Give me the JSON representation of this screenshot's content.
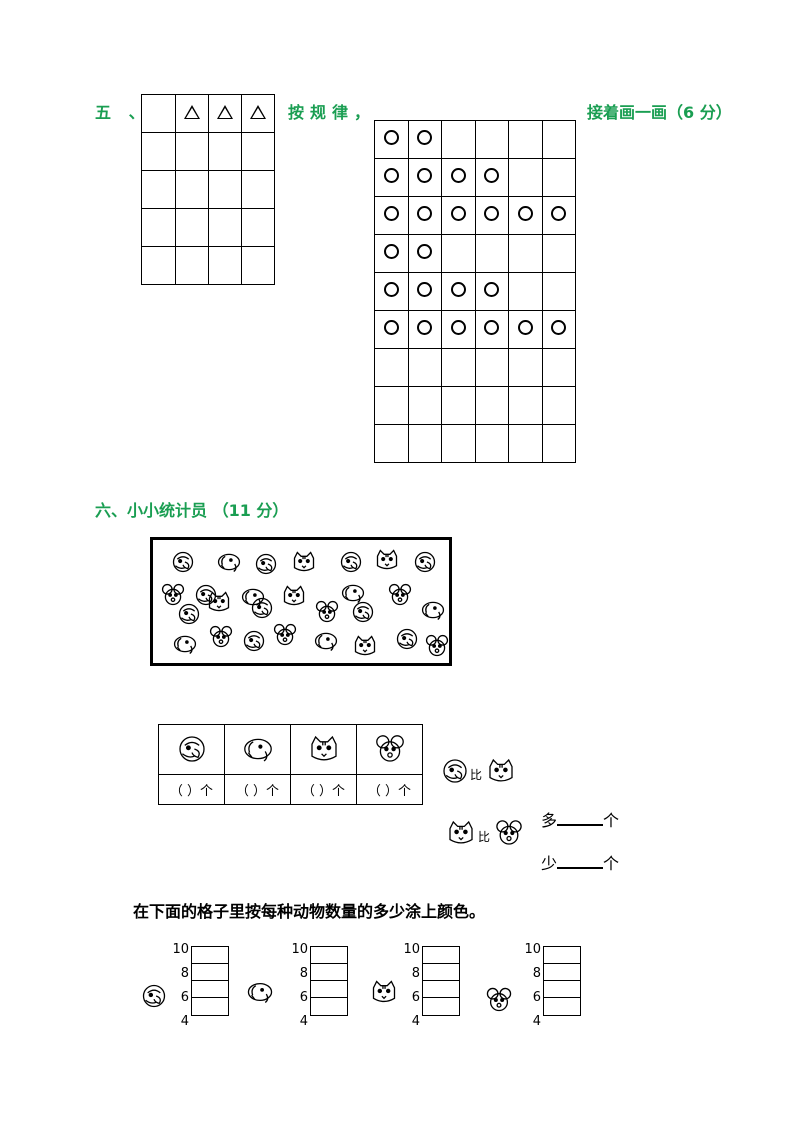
{
  "section5": {
    "heading_num": "五  、",
    "heading_mid": "按规律，",
    "heading_tail": "接着画一画（6 分）",
    "triangle_row_count": 3,
    "circle_row_counts": [
      2,
      4,
      6,
      2,
      4,
      6,
      0,
      0,
      0
    ]
  },
  "section6": {
    "heading": "六、小小统计员  （11 分）",
    "animals": [
      {
        "icon": "parrot-icon"
      },
      {
        "icon": "elephant-icon"
      },
      {
        "icon": "cat-icon"
      },
      {
        "icon": "mouse-icon"
      }
    ],
    "count_cell": "（   ）个",
    "compare1_word": "比",
    "compare2_word": "比",
    "more_label": "多",
    "less_label": "少",
    "unit": "个",
    "instruction": "在下面的格子里按每种动物数量的多少涂上颜色。",
    "bar_ticks": [
      "10",
      "8",
      "6",
      "4"
    ]
  }
}
